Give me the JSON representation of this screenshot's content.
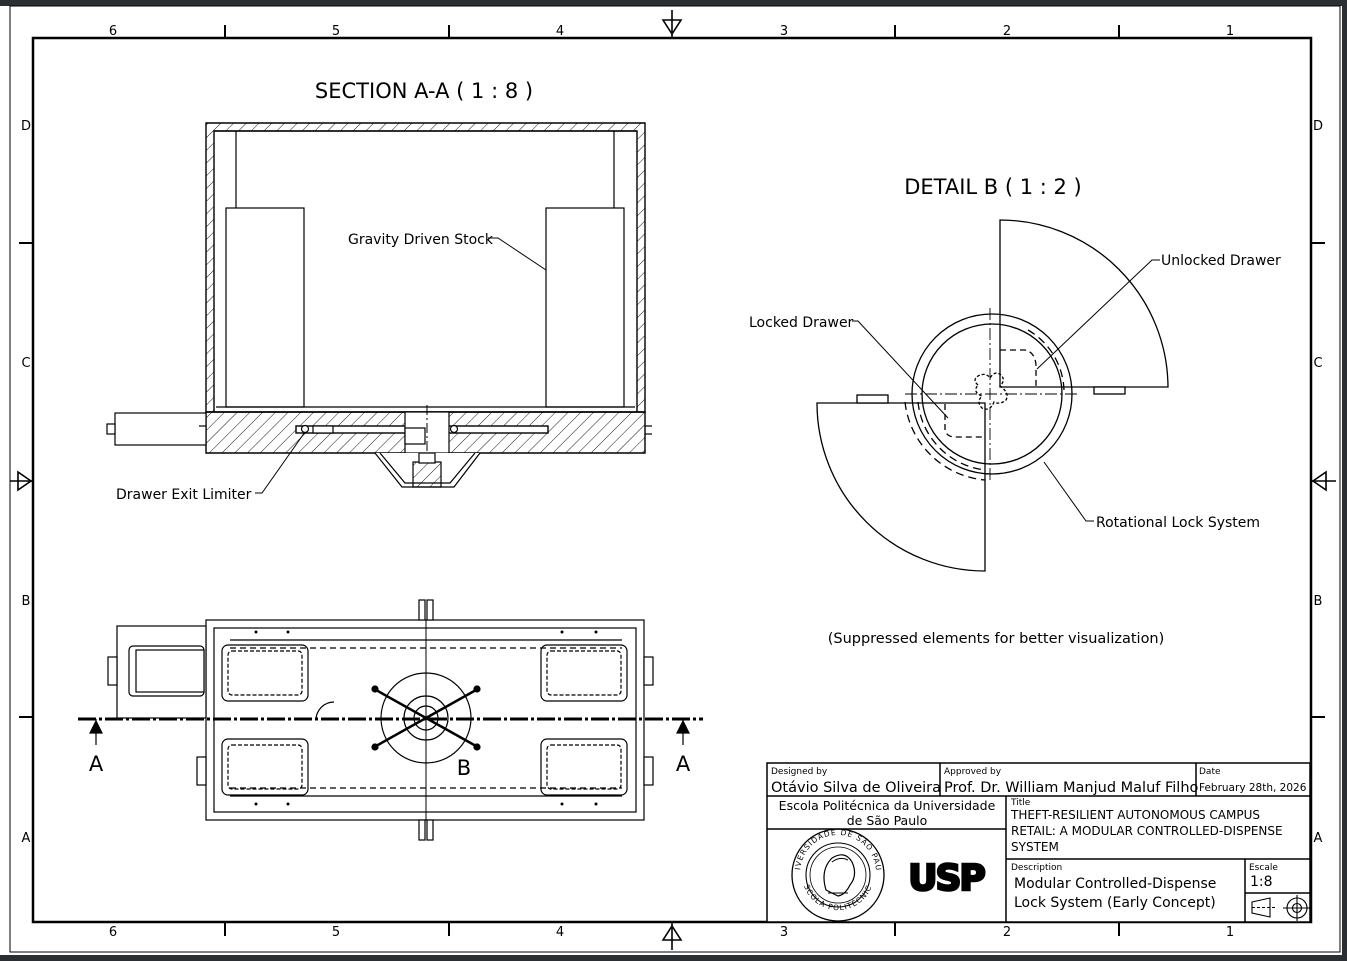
{
  "zone_columns": [
    "6",
    "5",
    "4",
    "3",
    "2",
    "1"
  ],
  "zone_rows": [
    "D",
    "C",
    "B",
    "A"
  ],
  "section_view": {
    "title": "SECTION A-A ( 1 : 8 )",
    "callout_stock": "Gravity Driven Stock",
    "callout_limiter": "Drawer Exit Limiter"
  },
  "detail_view": {
    "title": "DETAIL B ( 1 : 2 )",
    "callout_unlocked": "Unlocked Drawer",
    "callout_locked": "Locked Drawer",
    "callout_rotational": "Rotational Lock System"
  },
  "note": "(Suppressed elements for better visualization)",
  "plan_view": {
    "section_marker": "A",
    "detail_marker": "B"
  },
  "title_block": {
    "designed_by_label": "Designed by",
    "designed_by": "Otávio Silva de Oliveira",
    "approved_by_label": "Approved by",
    "approved_by": "Prof. Dr. William Manjud Maluf Filho",
    "date_label": "Date",
    "date": "February 28th, 2026",
    "institution_line1": "Escola Politécnica da Universidade",
    "institution_line2": "de São Paulo",
    "title_label": "Title",
    "title_line1": "THEFT-RESILIENT AUTONOMOUS CAMPUS",
    "title_line2": "RETAIL: A MODULAR CONTROLLED-DISPENSE",
    "title_line3": "SYSTEM",
    "description_label": "Description",
    "description_line1": "Modular Controlled-Dispense",
    "description_line2": "Lock System (Early Concept)",
    "scale_label": "Escale",
    "scale": "1:8",
    "seal_text_top": "UNIVERSIDADE DE SÃO PAULO",
    "seal_text_bottom": "ESCOLA POLITÉCNICA",
    "usp_logo": "USP"
  }
}
